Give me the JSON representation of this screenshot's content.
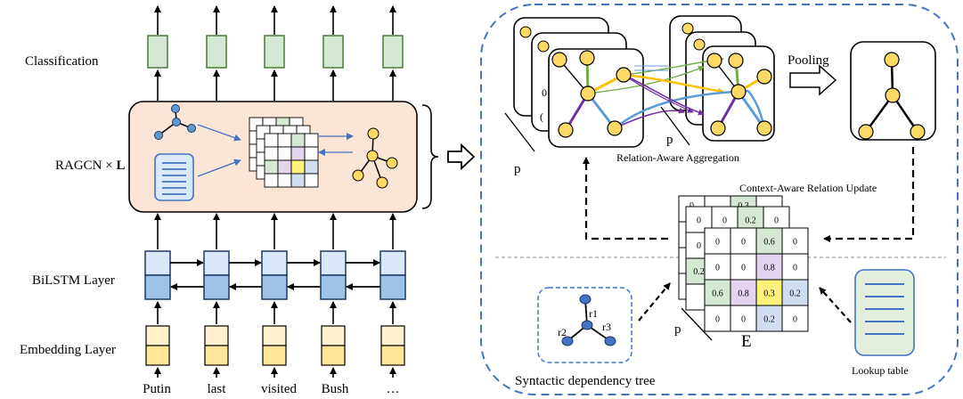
{
  "left": {
    "rows": {
      "classification": "Classification",
      "ragcn": "RAGCN × L",
      "bilstm": "BiLSTM Layer",
      "embedding": "Embedding Layer"
    },
    "words": [
      "Putin",
      "last",
      "visited",
      "Bush",
      "…"
    ]
  },
  "right": {
    "pooling": "Pooling",
    "p_label": "p",
    "p_label_2": "p",
    "p_label_3": "p",
    "relation_aware_aggregation": "Relation-Aware Aggregation",
    "context_aware_relation_update": "Context-Aware Relation Update",
    "syntactic_tree": "Syntactic dependency tree",
    "lookup_table": "Lookup table",
    "e_label": "E",
    "tree_nodes": [
      "r1",
      "r2",
      "r3"
    ],
    "back_layer_values": {
      "row1": [
        "0",
        "0.3"
      ],
      "row2": [
        "0",
        "0",
        "0.2",
        "0"
      ],
      "side": [
        "0",
        "0.2"
      ]
    },
    "matrix": [
      [
        "0",
        "0",
        "0.6",
        "0"
      ],
      [
        "0",
        "0",
        "0.8",
        "0"
      ],
      [
        "0.6",
        "0.8",
        "0.3",
        "0.2"
      ],
      [
        "0",
        "0",
        "0.2",
        "0"
      ]
    ]
  },
  "colors": {
    "green_box": "#d5e8d4",
    "green_stroke": "#4a7a3a",
    "blue_box_top": "#dae8fc",
    "blue_box_bottom": "#9dc3e6",
    "yellow_box": "#ffe699",
    "yellow_light": "#fff2cc",
    "ragcn_bg": "#fbe5d6",
    "node_yellow": "#ffd966",
    "dashed_blue": "#4472c4",
    "edge_green": "#70ad47",
    "edge_orange": "#ffc000",
    "edge_purple": "#7030a0",
    "edge_blue": "#5b9bd5",
    "cell_purple": "#e4d4ee",
    "cell_yellow": "#fff27a",
    "cell_blue": "#d0def0",
    "cell_green": "#d5e8d4"
  }
}
